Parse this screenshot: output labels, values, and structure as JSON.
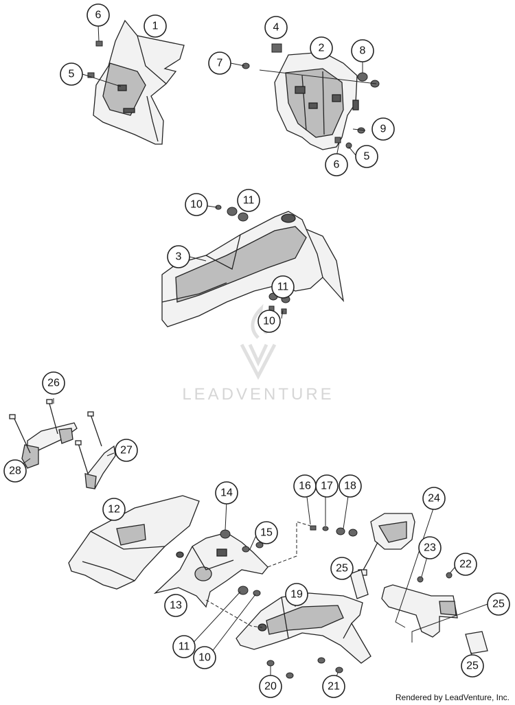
{
  "watermark": {
    "brand": "LEADVENTURE"
  },
  "credit": "Rendered by LeadVenture, Inc.",
  "callouts": [
    {
      "id": "c1",
      "label": "1"
    },
    {
      "id": "c2",
      "label": "2"
    },
    {
      "id": "c3",
      "label": "3"
    },
    {
      "id": "c4",
      "label": "4"
    },
    {
      "id": "c5a",
      "label": "5"
    },
    {
      "id": "c5b",
      "label": "5"
    },
    {
      "id": "c6a",
      "label": "6"
    },
    {
      "id": "c6b",
      "label": "6"
    },
    {
      "id": "c7",
      "label": "7"
    },
    {
      "id": "c8",
      "label": "8"
    },
    {
      "id": "c9",
      "label": "9"
    },
    {
      "id": "c10a",
      "label": "10"
    },
    {
      "id": "c10b",
      "label": "10"
    },
    {
      "id": "c10c",
      "label": "10"
    },
    {
      "id": "c11a",
      "label": "11"
    },
    {
      "id": "c11b",
      "label": "11"
    },
    {
      "id": "c11c",
      "label": "11"
    },
    {
      "id": "c12",
      "label": "12"
    },
    {
      "id": "c13",
      "label": "13"
    },
    {
      "id": "c14",
      "label": "14"
    },
    {
      "id": "c15",
      "label": "15"
    },
    {
      "id": "c16",
      "label": "16"
    },
    {
      "id": "c17",
      "label": "17"
    },
    {
      "id": "c18",
      "label": "18"
    },
    {
      "id": "c19",
      "label": "19"
    },
    {
      "id": "c20",
      "label": "20"
    },
    {
      "id": "c21",
      "label": "21"
    },
    {
      "id": "c22",
      "label": "22"
    },
    {
      "id": "c23",
      "label": "23"
    },
    {
      "id": "c24",
      "label": "24"
    },
    {
      "id": "c25a",
      "label": "25"
    },
    {
      "id": "c25b",
      "label": "25"
    },
    {
      "id": "c25c",
      "label": "25"
    },
    {
      "id": "c26",
      "label": "26"
    },
    {
      "id": "c27",
      "label": "27"
    },
    {
      "id": "c28",
      "label": "28"
    }
  ]
}
